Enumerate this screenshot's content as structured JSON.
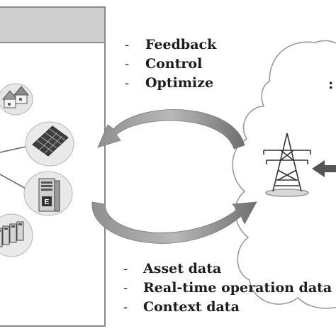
{
  "top_list": {
    "bullet": "-",
    "items": [
      "Feedback",
      "Control",
      "Optimize"
    ]
  },
  "bottom_list": {
    "bullet": "-",
    "items": [
      "Asset data",
      "Real-time operation data",
      "Context data"
    ]
  },
  "cloud_text": ":",
  "cabinet_badge": "E",
  "icons": [
    "houses-icon",
    "solar-panel-icon",
    "server-cabinet-icon",
    "battery-bank-icon",
    "transmission-tower-icon"
  ],
  "colors": {
    "panel_header": "#cfcfcf",
    "panel_border": "#8a8a8a",
    "arrow": "#8e8e8e",
    "cloud_outline": "#9a9a9a",
    "text": "#1c1c1c"
  }
}
